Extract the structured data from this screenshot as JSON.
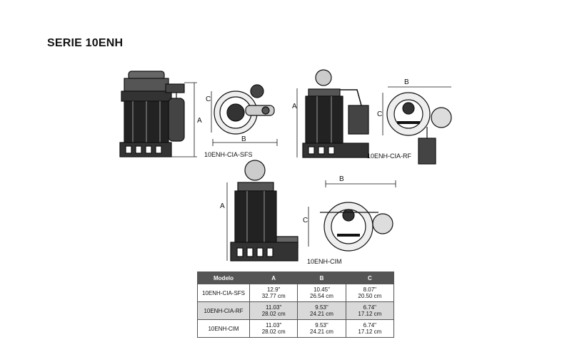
{
  "title": "SERIE 10ENH",
  "diagram_labels": {
    "sfs": "10ENH-CIA-SFS",
    "rf": "10ENH-CIA-RF",
    "cim": "10ENH-CIM"
  },
  "dimension_letters": {
    "a": "A",
    "b": "B",
    "c": "C"
  },
  "table": {
    "headers": [
      "Modelo",
      "A",
      "B",
      "C"
    ],
    "rows": [
      {
        "model": "10ENH-CIA-SFS",
        "a_in": "12.9\"",
        "a_cm": "32.77 cm",
        "b_in": "10.45\"",
        "b_cm": "26.54 cm",
        "c_in": "8.07\"",
        "c_cm": "20.50 cm"
      },
      {
        "model": "10ENH-CIA-RF",
        "a_in": "11.03\"",
        "a_cm": "28.02 cm",
        "b_in": "9.53\"",
        "b_cm": "24.21 cm",
        "c_in": "6.74\"",
        "c_cm": "17.12 cm"
      },
      {
        "model": "10ENH-CIM",
        "a_in": "11.03\"",
        "a_cm": "28.02 cm",
        "b_in": "9.53\"",
        "b_cm": "24.21 cm",
        "c_in": "6.74\"",
        "c_cm": "17.12 cm"
      }
    ]
  }
}
